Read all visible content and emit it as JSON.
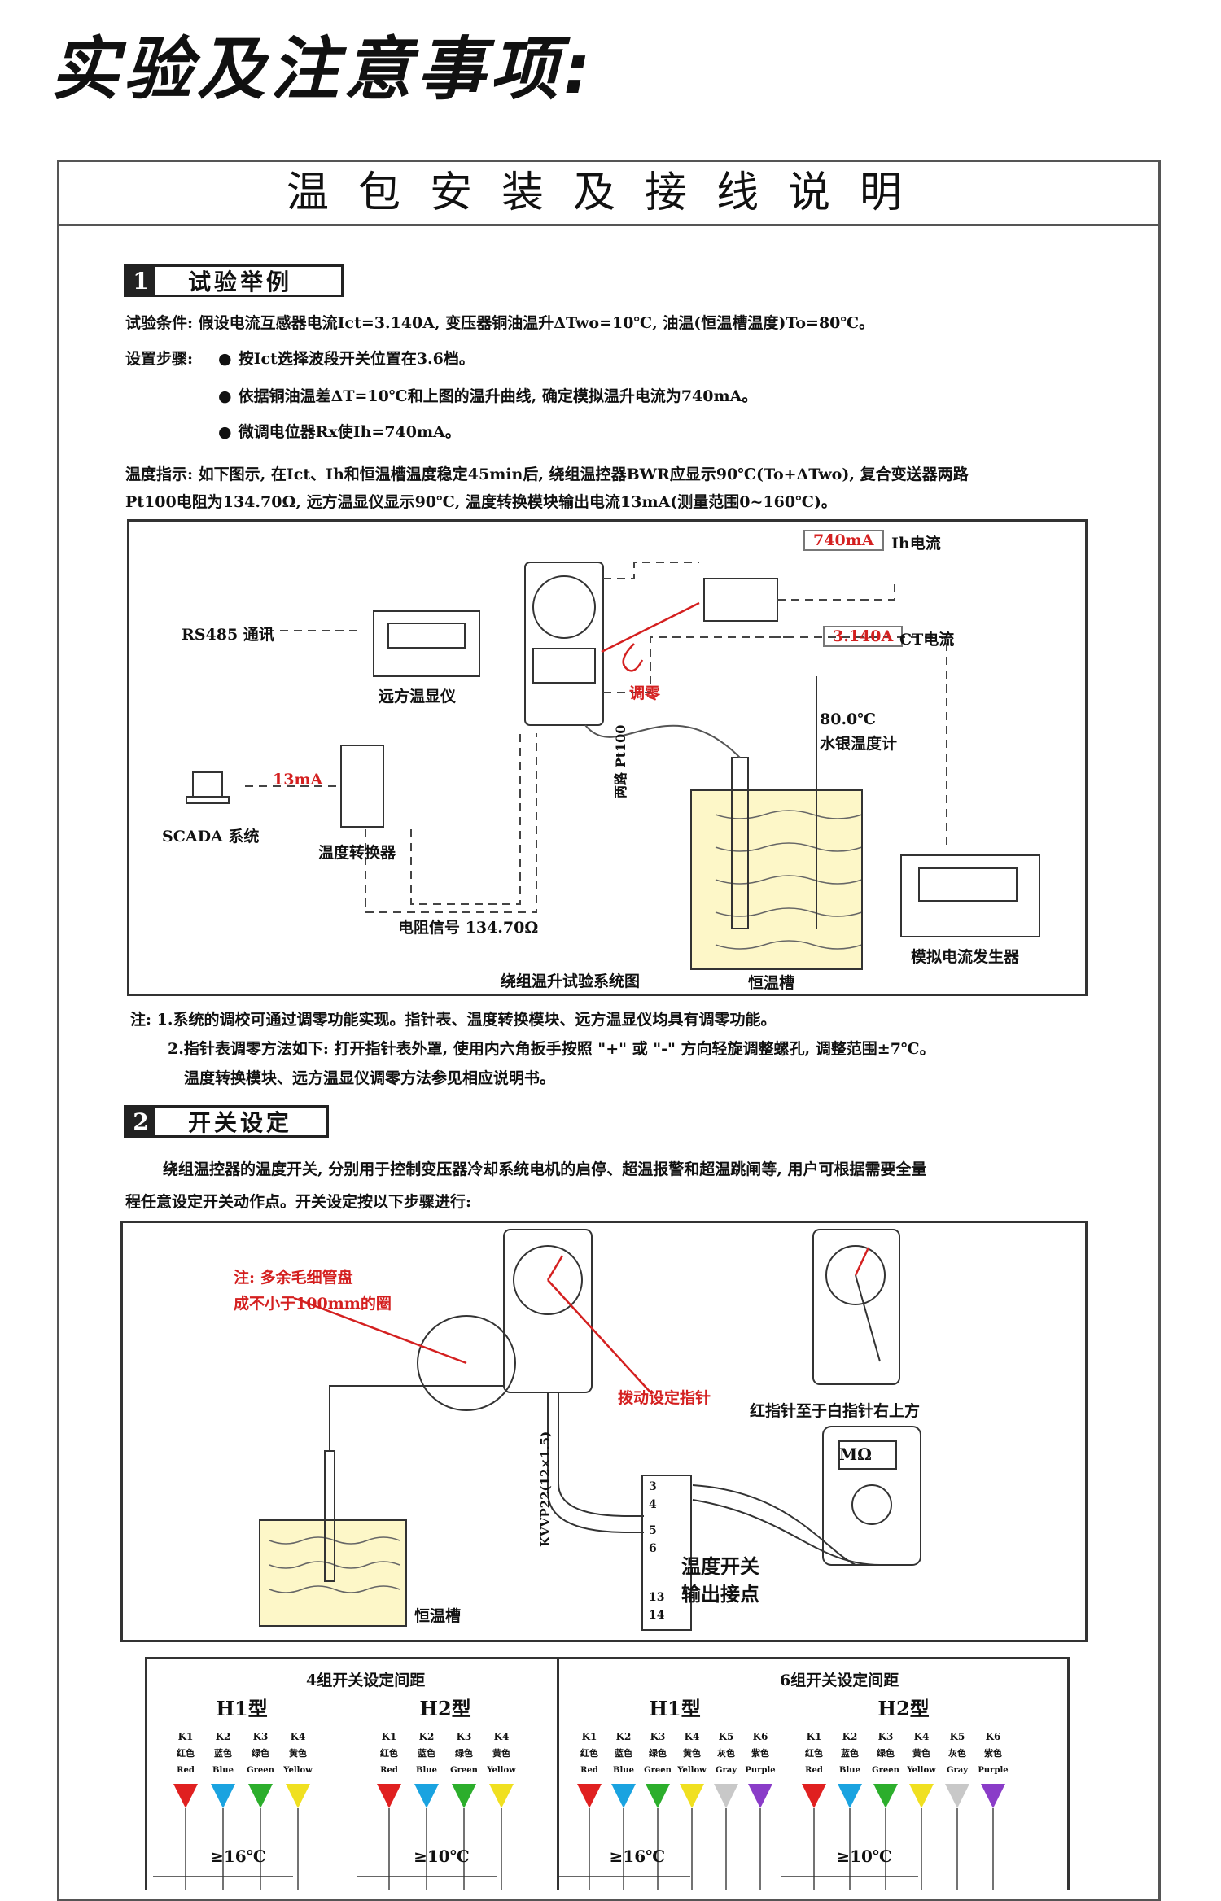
{
  "heading": "实验及注意事项:",
  "sheet_title": "温包安装及接线说明",
  "section1": {
    "num": "1",
    "title": "试验举例",
    "condition": "试验条件: 假设电流互感器电流Ict=3.140A, 变压器铜油温升ΔTwo=10℃, 油温(恒温槽温度)To=80℃。",
    "steps_label": "设置步骤:",
    "steps": [
      "按Ict选择波段开关位置在3.6档。",
      "依据铜油温差ΔT=10℃和上图的温升曲线, 确定模拟温升电流为740mA。",
      "微调电位器Rx使Ih=740mA。"
    ],
    "indication_1": "温度指示: 如下图示, 在Ict、Ih和恒温槽温度稳定45min后, 绕组温控器BWR应显示90℃(To+ΔTwo), 复合变送器两路",
    "indication_2": "Pt100电阻为134.70Ω, 远方温显仪显示90℃, 温度转换模块输出电流13mA(测量范围0~160℃)。",
    "diagram": {
      "rs485": "RS485 通讯",
      "remote_display": "远方温显仪",
      "ih_value": "740mA",
      "ih_label": "Ih电流",
      "ct_value": "3.140A",
      "ct_label": "CT电流",
      "zero_adjust": "调零",
      "thermo_value": "80.0℃",
      "thermo_label": "水银温度计",
      "ma_value": "13mA",
      "scada": "SCADA 系统",
      "converter": "温度转换器",
      "pt100": "两路 Pt100",
      "resistance": "电阻信号 134.70Ω",
      "generator": "模拟电流发生器",
      "system_caption": "绕组温升试验系统图",
      "tank": "恒温槽"
    },
    "note_1": "注: 1.系统的调校可通过调零功能实现。指针表、温度转换模块、远方温显仪均具有调零功能。",
    "note_2": "2.指针表调零方法如下: 打开指针表外罩, 使用内六角扳手按照 \"+\" 或 \"-\" 方向轻旋调整螺孔, 调整范围±7℃。",
    "note_3": "温度转换模块、远方温显仪调零方法参见相应说明书。"
  },
  "section2": {
    "num": "2",
    "title": "开关设定",
    "para_1": "绕组温控器的温度开关, 分别用于控制变压器冷却系统电机的启停、超温报警和超温跳闸等, 用户可根据需要全量",
    "para_2": "程任意设定开关动作点。开关设定按以下步骤进行:",
    "diagram": {
      "note_line1": "注: 多余毛细管盘",
      "note_line2": "成不小于100mm的圈",
      "set_pointer": "拨动设定指针",
      "pointer_rule": "红指针至于白指针右上方",
      "cable": "KVVP22(12×1.5)",
      "tank": "恒温槽",
      "switch_output_1": "温度开关",
      "switch_output_2": "输出接点",
      "terminals": [
        "3",
        "4",
        "5",
        "6",
        "13",
        "14"
      ],
      "meter_display": "MΩ"
    }
  },
  "switch_table": {
    "left_title": "4组开关设定间距",
    "right_title": "6组开关设定间距",
    "groups": [
      {
        "type": "H1型",
        "gap": "≥16℃",
        "keys": [
          "K1",
          "K2",
          "K3",
          "K4"
        ],
        "cn": [
          "红色",
          "蓝色",
          "绿色",
          "黄色"
        ],
        "en": [
          "Red",
          "Blue",
          "Green",
          "Yellow"
        ],
        "colors": [
          "#e02020",
          "#1aa3e0",
          "#2cae2c",
          "#f0e020"
        ]
      },
      {
        "type": "H2型",
        "gap": "≥10℃",
        "keys": [
          "K1",
          "K2",
          "K3",
          "K4"
        ],
        "cn": [
          "红色",
          "蓝色",
          "绿色",
          "黄色"
        ],
        "en": [
          "Red",
          "Blue",
          "Green",
          "Yellow"
        ],
        "colors": [
          "#e02020",
          "#1aa3e0",
          "#2cae2c",
          "#f0e020"
        ]
      },
      {
        "type": "H1型",
        "gap": "≥16℃",
        "keys": [
          "K1",
          "K2",
          "K3",
          "K4",
          "K5",
          "K6"
        ],
        "cn": [
          "红色",
          "蓝色",
          "绿色",
          "黄色",
          "灰色",
          "紫色"
        ],
        "en": [
          "Red",
          "Blue",
          "Green",
          "Yellow",
          "Gray",
          "Purple"
        ],
        "colors": [
          "#e02020",
          "#1aa3e0",
          "#2cae2c",
          "#f0e020",
          "#c8c8c8",
          "#8a3cc8"
        ]
      },
      {
        "type": "H2型",
        "gap": "≥10℃",
        "keys": [
          "K1",
          "K2",
          "K3",
          "K4",
          "K5",
          "K6"
        ],
        "cn": [
          "红色",
          "蓝色",
          "绿色",
          "黄色",
          "灰色",
          "紫色"
        ],
        "en": [
          "Red",
          "Blue",
          "Green",
          "Yellow",
          "Gray",
          "Purple"
        ],
        "colors": [
          "#e02020",
          "#1aa3e0",
          "#2cae2c",
          "#f0e020",
          "#c8c8c8",
          "#8a3cc8"
        ]
      }
    ]
  }
}
